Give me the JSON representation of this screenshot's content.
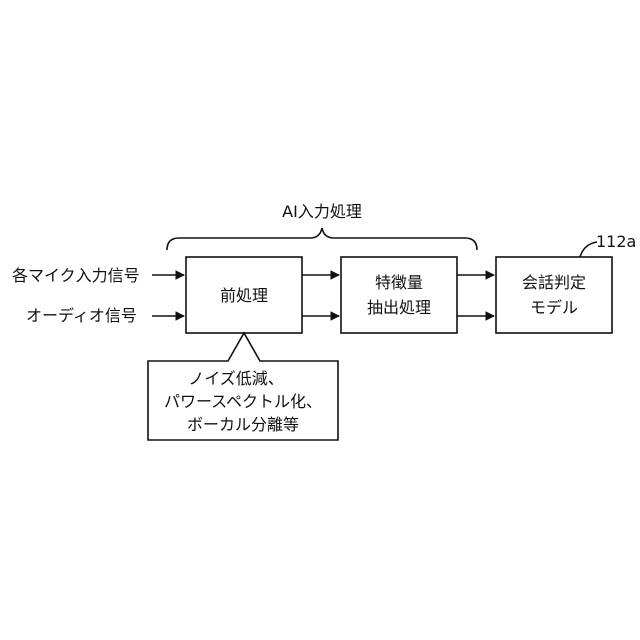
{
  "diagram": {
    "group_label": "AI入力処理",
    "inputs": [
      "各マイク入力信号",
      "オーディオ信号"
    ],
    "blocks": {
      "preprocess": {
        "lines": [
          "前処理"
        ]
      },
      "feature": {
        "lines": [
          "特徴量",
          "抽出処理"
        ]
      },
      "model": {
        "lines": [
          "会話判定",
          "モデル"
        ]
      }
    },
    "model_ref": "112a",
    "callout": {
      "lines": [
        "ノイズ低減、",
        "パワースペクトル化、",
        "ボーカル分離等"
      ]
    }
  }
}
